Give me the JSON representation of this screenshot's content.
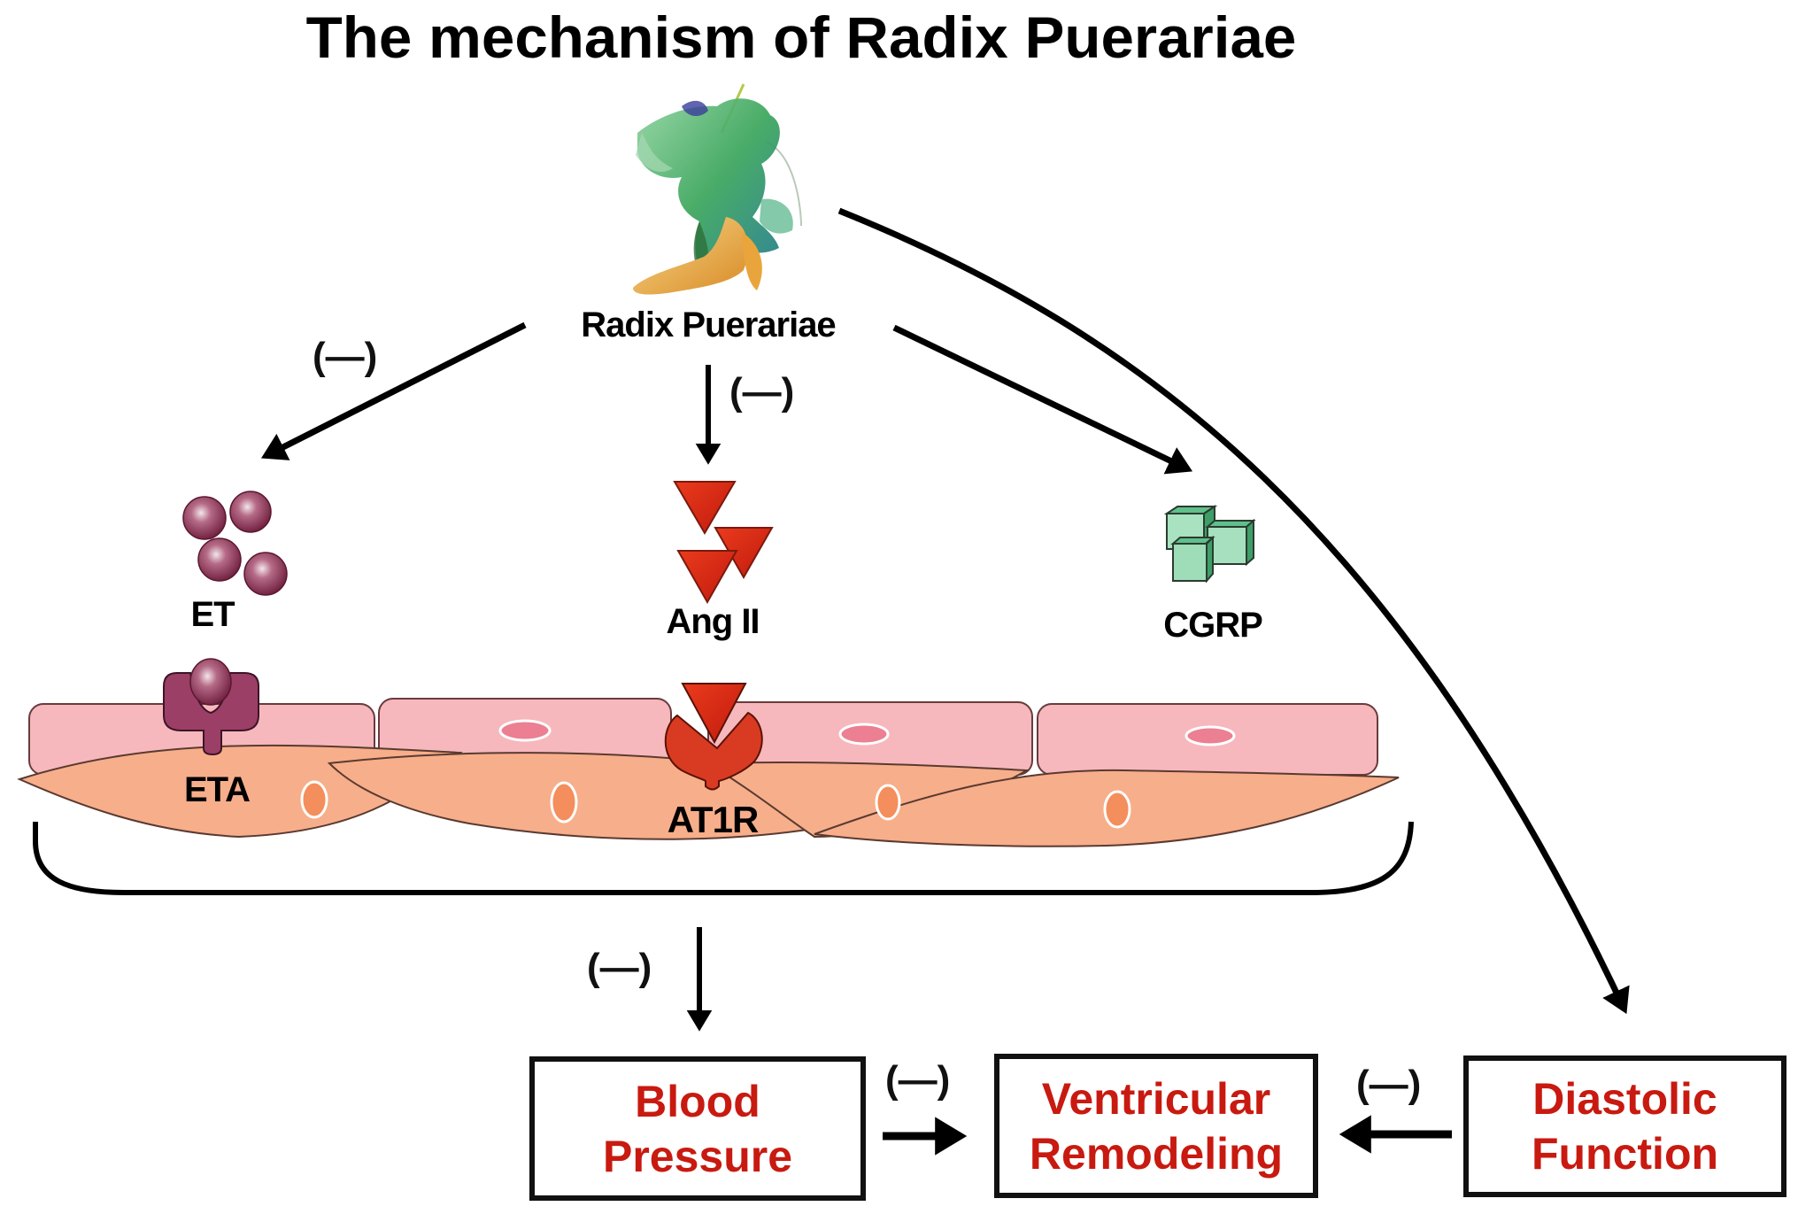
{
  "title": "The mechanism of Radix Puerariae",
  "source": {
    "label": "Radix Puerariae",
    "icon": "plant-root-icon"
  },
  "inhibition_symbol": "(—)",
  "mediators": [
    {
      "id": "et",
      "label": "ET",
      "icon": "sphere-cluster-icon",
      "color": "#8b2c4e"
    },
    {
      "id": "angii",
      "label": "Ang II",
      "icon": "red-triangle-cluster-icon",
      "color": "#d42a12"
    },
    {
      "id": "cgrp",
      "label": "CGRP",
      "icon": "green-cube-cluster-icon",
      "color": "#7fd3a4"
    }
  ],
  "receptors": [
    {
      "id": "eta",
      "label": "ETA",
      "color": "#9b3f66"
    },
    {
      "id": "at1r",
      "label": "AT1R",
      "color": "#d93a22"
    }
  ],
  "tissue": {
    "endothelial_color": "#f6b8bd",
    "smooth_muscle_color": "#f7ae8a"
  },
  "outcomes": [
    {
      "id": "blood-pressure",
      "lines": [
        "Blood",
        "Pressure"
      ]
    },
    {
      "id": "ventricular-remodeling",
      "lines": [
        "Ventricular",
        "Remodeling"
      ]
    },
    {
      "id": "diastolic-function",
      "lines": [
        "Diastolic",
        "Function"
      ]
    }
  ],
  "edges": [
    {
      "from": "Radix Puerariae",
      "to": "ET",
      "effect": "(—)"
    },
    {
      "from": "Radix Puerariae",
      "to": "Ang II",
      "effect": "(—)"
    },
    {
      "from": "Radix Puerariae",
      "to": "CGRP",
      "effect": ""
    },
    {
      "from": "Radix Puerariae",
      "to": "Diastolic Function",
      "effect": ""
    },
    {
      "from": "Vascular layer",
      "to": "Blood Pressure",
      "effect": "(—)"
    },
    {
      "from": "Blood Pressure",
      "to": "Ventricular Remodeling",
      "effect": "(—)"
    },
    {
      "from": "Diastolic Function",
      "to": "Ventricular Remodeling",
      "effect": "(—)"
    }
  ],
  "text_color_outcome": "#c81a10"
}
